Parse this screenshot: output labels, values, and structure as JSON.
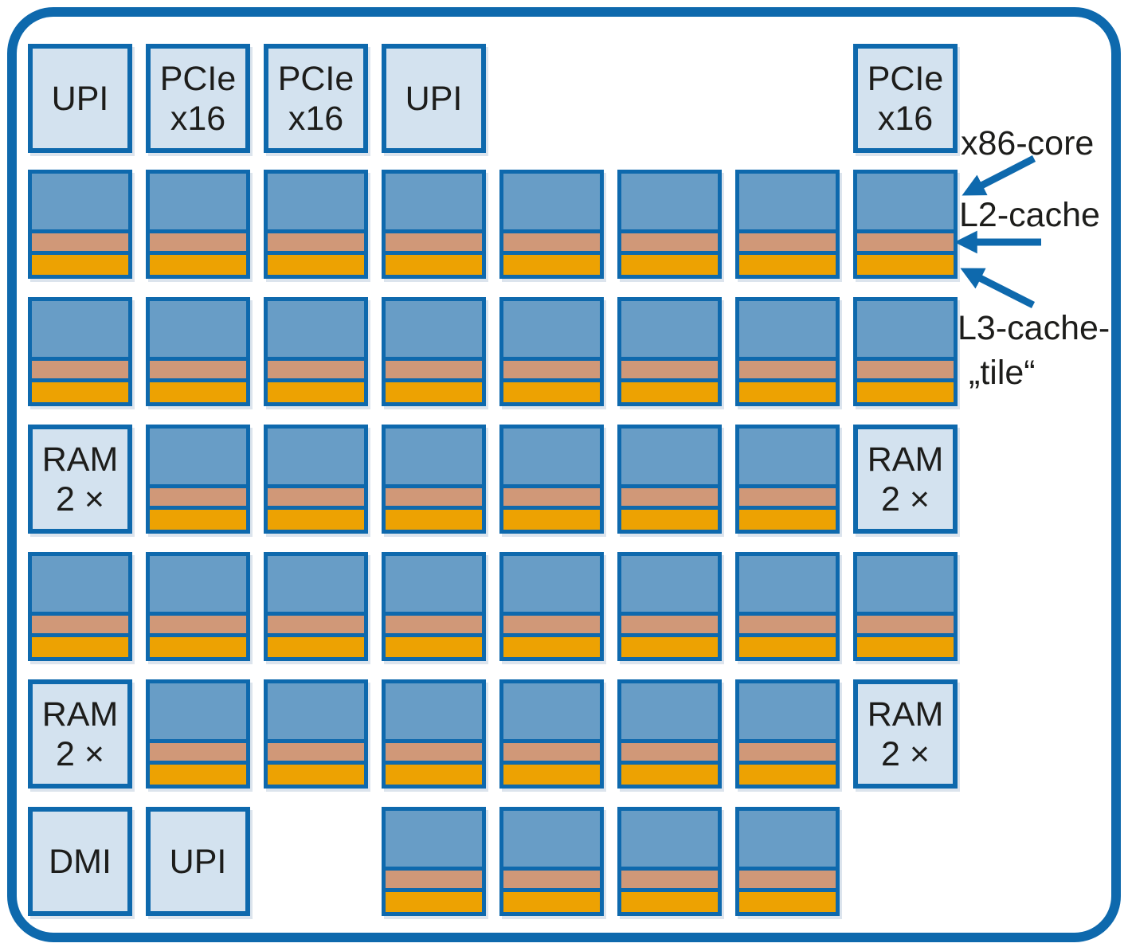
{
  "colors": {
    "outline_blue": "#0e69ad",
    "io_fill": "#d3e2ef",
    "core_blue": "#689dc6",
    "l2_salmon": "#d09878",
    "l3_orange": "#eda202",
    "text_dark": "#1d1d1b"
  },
  "annotations": {
    "x86_core": "x86-core",
    "l2_cache": "L2-cache",
    "l3_cache_line1": "L3-cache-",
    "l3_cache_line2": "„tile“"
  },
  "io_labels": {
    "upi": [
      "UPI"
    ],
    "pcie": [
      "PCIe",
      "x16"
    ],
    "ram": [
      "RAM",
      "2 ×"
    ],
    "dmi": [
      "DMI"
    ]
  },
  "grid": {
    "rows": [
      [
        "upi",
        "pcie",
        "pcie",
        "upi",
        "",
        "",
        "",
        "pcie"
      ],
      [
        "core",
        "core",
        "core",
        "core",
        "core",
        "core",
        "core",
        "core"
      ],
      [
        "core",
        "core",
        "core",
        "core",
        "core",
        "core",
        "core",
        "core"
      ],
      [
        "ram",
        "core",
        "core",
        "core",
        "core",
        "core",
        "core",
        "ram"
      ],
      [
        "core",
        "core",
        "core",
        "core",
        "core",
        "core",
        "core",
        "core"
      ],
      [
        "ram",
        "core",
        "core",
        "core",
        "core",
        "core",
        "core",
        "ram"
      ],
      [
        "dmi",
        "upi",
        "",
        "core",
        "core",
        "core",
        "core",
        ""
      ]
    ]
  }
}
